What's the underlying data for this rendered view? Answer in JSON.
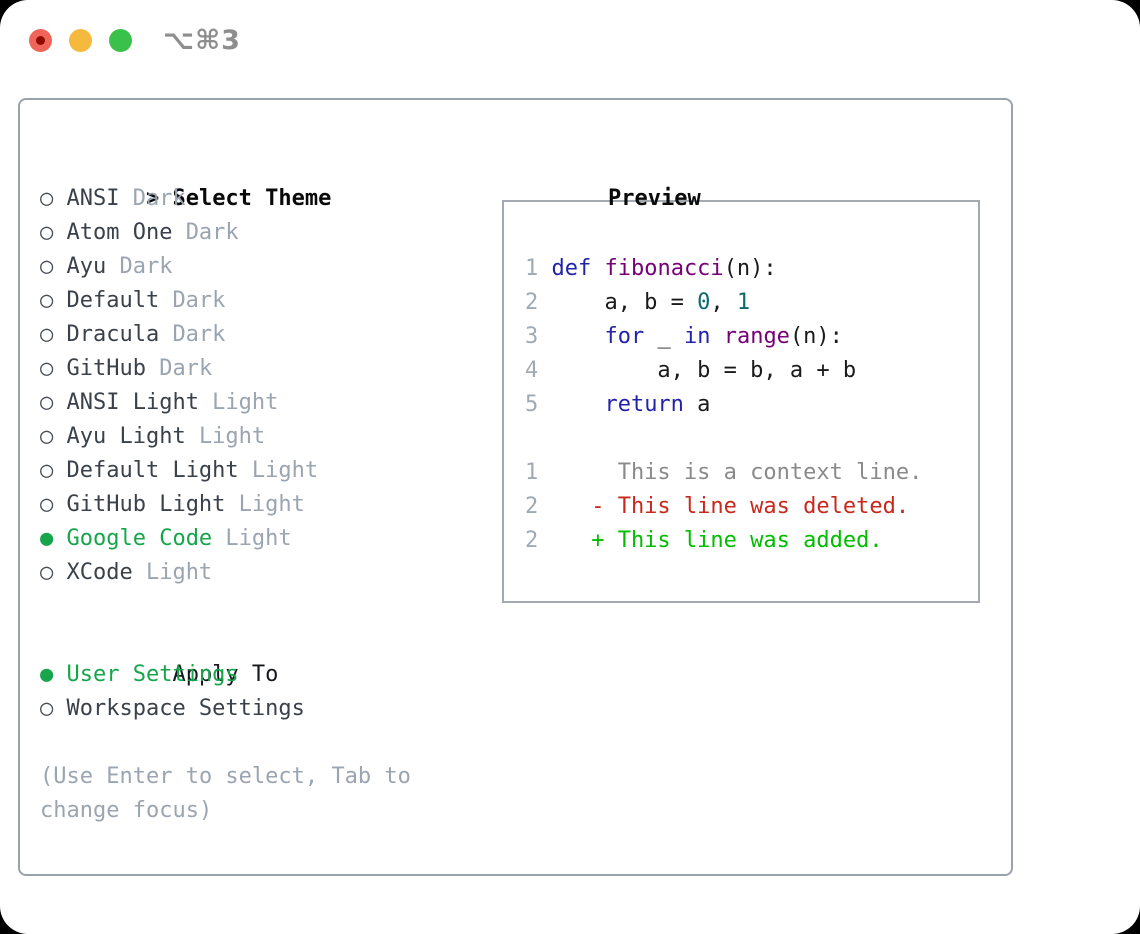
{
  "window": {
    "shortcut": "⌥⌘3"
  },
  "glyphs": {
    "prompt": ">",
    "radio_off": "○",
    "radio_on": "●"
  },
  "colors": {
    "accent_green": "#16a54b",
    "keyword": "#2222aa",
    "function_name": "#770077",
    "number": "#0d6a6a",
    "plain": "#1a1a1a",
    "gutter": "#a0aab4",
    "context": "#8a8a8a",
    "deleted": "#c9281c",
    "added": "#00bd00",
    "muted": "#9aa5b1",
    "item_text": "#3a414b",
    "marker_gray": "#454c56",
    "shortcut_gray": "#8e8e8e",
    "traffic_red": "#ef655a",
    "traffic_red_dot": "#8e0b01",
    "traffic_yellow": "#f5b93d",
    "traffic_green": "#3ac14c"
  },
  "theme_panel": {
    "header": "Select Theme",
    "items": [
      {
        "label": "ANSI",
        "variant": "Dark",
        "selected": false
      },
      {
        "label": "Atom One",
        "variant": "Dark",
        "selected": false
      },
      {
        "label": "Ayu",
        "variant": "Dark",
        "selected": false
      },
      {
        "label": "Default",
        "variant": "Dark",
        "selected": false
      },
      {
        "label": "Dracula",
        "variant": "Dark",
        "selected": false
      },
      {
        "label": "GitHub",
        "variant": "Dark",
        "selected": false
      },
      {
        "label": "ANSI Light",
        "variant": "Light",
        "selected": false
      },
      {
        "label": "Ayu Light",
        "variant": "Light",
        "selected": false
      },
      {
        "label": "Default Light",
        "variant": "Light",
        "selected": false
      },
      {
        "label": "GitHub Light",
        "variant": "Light",
        "selected": false
      },
      {
        "label": "Google Code",
        "variant": "Light",
        "selected": true
      },
      {
        "label": "XCode",
        "variant": "Light",
        "selected": false
      }
    ],
    "apply_to": {
      "header": "Apply To",
      "options": [
        {
          "label": "User Settings",
          "selected": true
        },
        {
          "label": "Workspace Settings",
          "selected": false
        }
      ]
    },
    "hint": "(Use Enter to select, Tab to change focus)"
  },
  "preview": {
    "header": "Preview",
    "lines": [
      {
        "num": "1",
        "tokens": [
          [
            "def",
            "keyword"
          ],
          [
            " ",
            "plain"
          ],
          [
            "fibonacci",
            "function_name"
          ],
          [
            "(n):",
            "plain"
          ]
        ]
      },
      {
        "num": "2",
        "tokens": [
          [
            "    a, b = ",
            "plain"
          ],
          [
            "0",
            "number"
          ],
          [
            ", ",
            "plain"
          ],
          [
            "1",
            "number"
          ]
        ]
      },
      {
        "num": "3",
        "tokens": [
          [
            "    ",
            "plain"
          ],
          [
            "for",
            "keyword"
          ],
          [
            " _ ",
            "plain"
          ],
          [
            "in",
            "keyword"
          ],
          [
            " ",
            "plain"
          ],
          [
            "range",
            "function_name"
          ],
          [
            "(n):",
            "plain"
          ]
        ]
      },
      {
        "num": "4",
        "tokens": [
          [
            "        a, b = b, a + b",
            "plain"
          ]
        ]
      },
      {
        "num": "5",
        "tokens": [
          [
            "    ",
            "plain"
          ],
          [
            "return",
            "keyword"
          ],
          [
            " a",
            "plain"
          ]
        ]
      },
      {
        "num": "",
        "tokens": []
      },
      {
        "num": "1",
        "tokens": [
          [
            "     This is a context line.",
            "context"
          ]
        ]
      },
      {
        "num": "2",
        "tokens": [
          [
            "   - This line was deleted.",
            "deleted"
          ]
        ]
      },
      {
        "num": "2",
        "tokens": [
          [
            "   + This line was added.",
            "added"
          ]
        ]
      }
    ]
  }
}
